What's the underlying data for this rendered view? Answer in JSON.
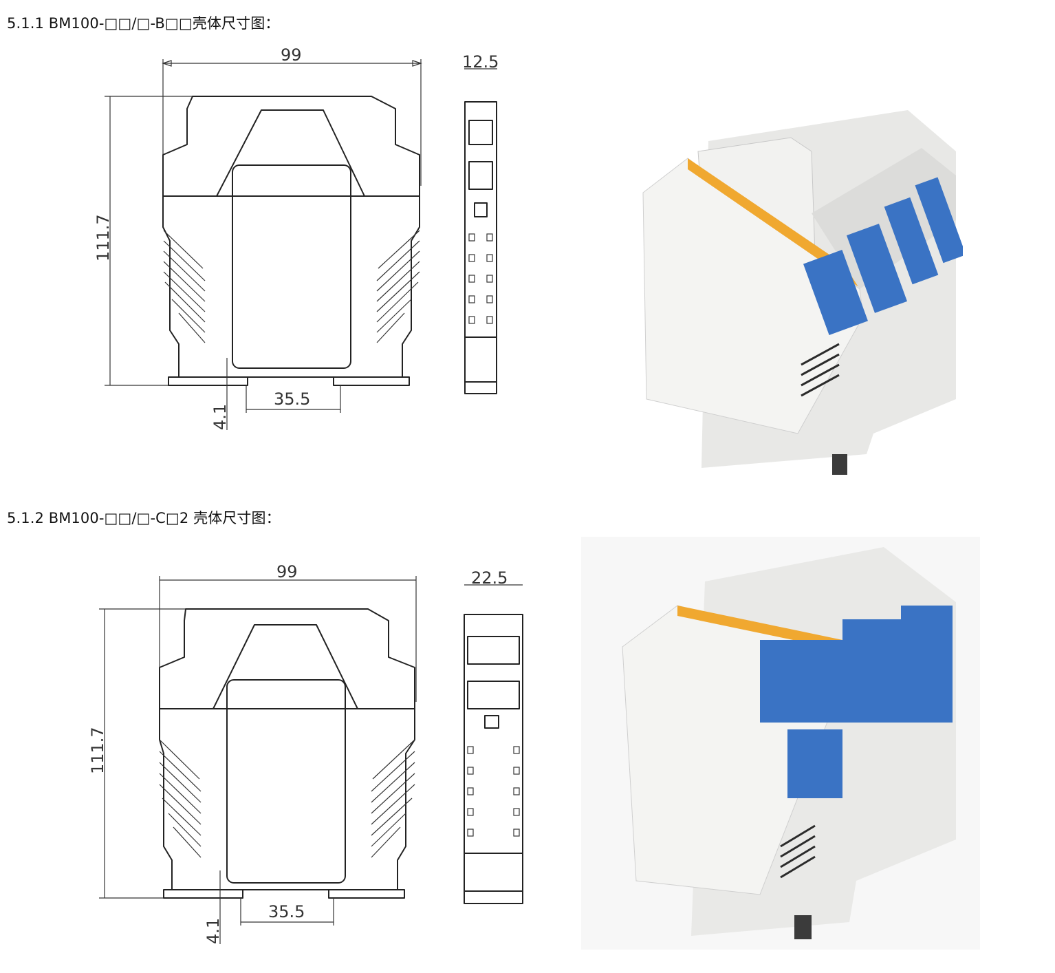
{
  "section1": {
    "heading": "5.1.1 BM100-□□/□-B□□壳体尺寸图：",
    "dims": {
      "width": "99",
      "height": "111.7",
      "rail": "35.5",
      "foot": "4.1",
      "depth": "12.5"
    }
  },
  "section2": {
    "heading": "5.1.2 BM100-□□/□-C□2 壳体尺寸图：",
    "dims": {
      "width": "99",
      "height": "111.7",
      "rail": "35.5",
      "foot": "4.1",
      "depth": "22.5"
    }
  },
  "colors": {
    "terminal": "#3a73c4",
    "label_stripe": "#f0a830",
    "housing": "#eeeeec"
  }
}
